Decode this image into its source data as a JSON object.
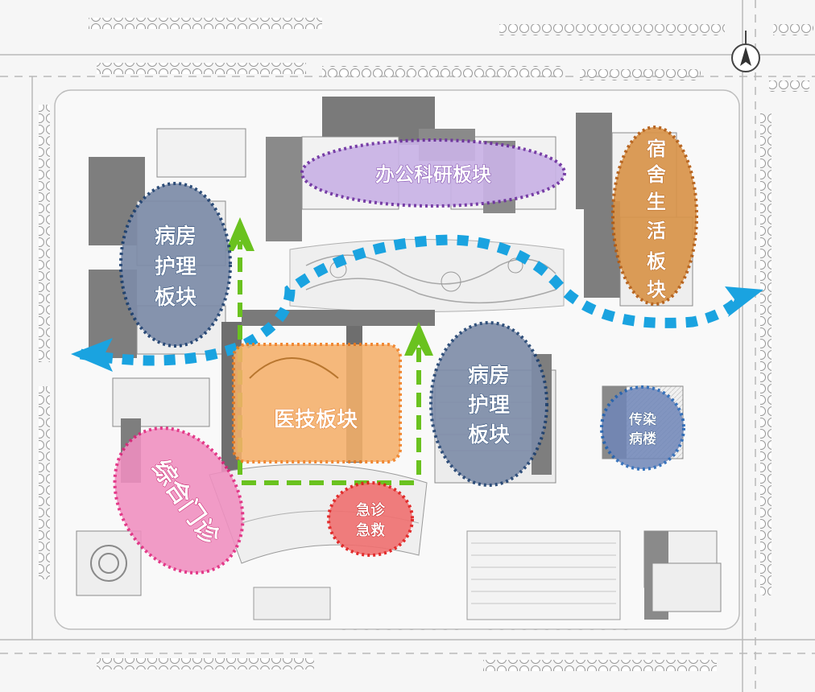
{
  "zones": {
    "office": {
      "label": "办公科研板块",
      "color": "#c9b3e6",
      "border": "#6d2fa0"
    },
    "dorm": {
      "lines": [
        "宿",
        "舍",
        "生",
        "活",
        "板",
        "块"
      ],
      "color": "#d9944a",
      "border": "#b35a10"
    },
    "ward_left": {
      "lines": [
        "病房",
        "护理",
        "板块"
      ],
      "color": "#7d8ca8",
      "border": "#1b3e6e"
    },
    "ward_right": {
      "lines": [
        "病房",
        "护理",
        "板块"
      ],
      "color": "#7d8ca8",
      "border": "#1b3e6e"
    },
    "medtech": {
      "label": "医技板块",
      "color": "#f5b06a",
      "border": "#f07a1a"
    },
    "infectious": {
      "lines": [
        "传染",
        "病楼"
      ],
      "color": "#6f86b8",
      "border": "#1b5fb3"
    },
    "outpatient": {
      "label": "综合门诊",
      "color": "#f08fc0",
      "border": "#e0207a"
    },
    "emergency": {
      "lines": [
        "急诊",
        "急救"
      ],
      "color": "#f07070",
      "border": "#e01818"
    }
  },
  "routes": {
    "circulation_color": "#1aa3e0",
    "vertical_color": "#6ac21f"
  },
  "compass": {
    "icon": "north-arrow-icon"
  }
}
